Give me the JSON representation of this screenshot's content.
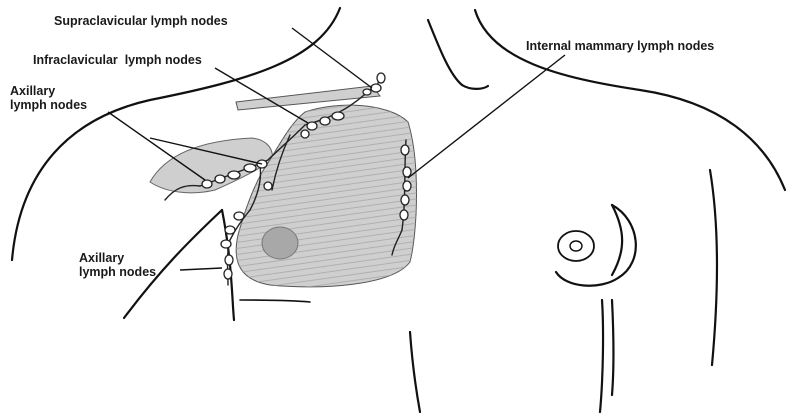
{
  "diagram": {
    "labels": {
      "supraclavicular": "Supraclavicular lymph nodes",
      "infraclavicular": "Infraclavicular  lymph nodes",
      "axillary_top": "Axillary\nlymph nodes",
      "axillary_bottom": "Axillary\nlymph nodes",
      "internal_mammary": "Internal mammary lymph nodes"
    },
    "colors": {
      "outline": "#111111",
      "shaded_region": "#cfcfcf",
      "hatch": "#a9a9a9",
      "node_fill": "#ffffff"
    }
  }
}
